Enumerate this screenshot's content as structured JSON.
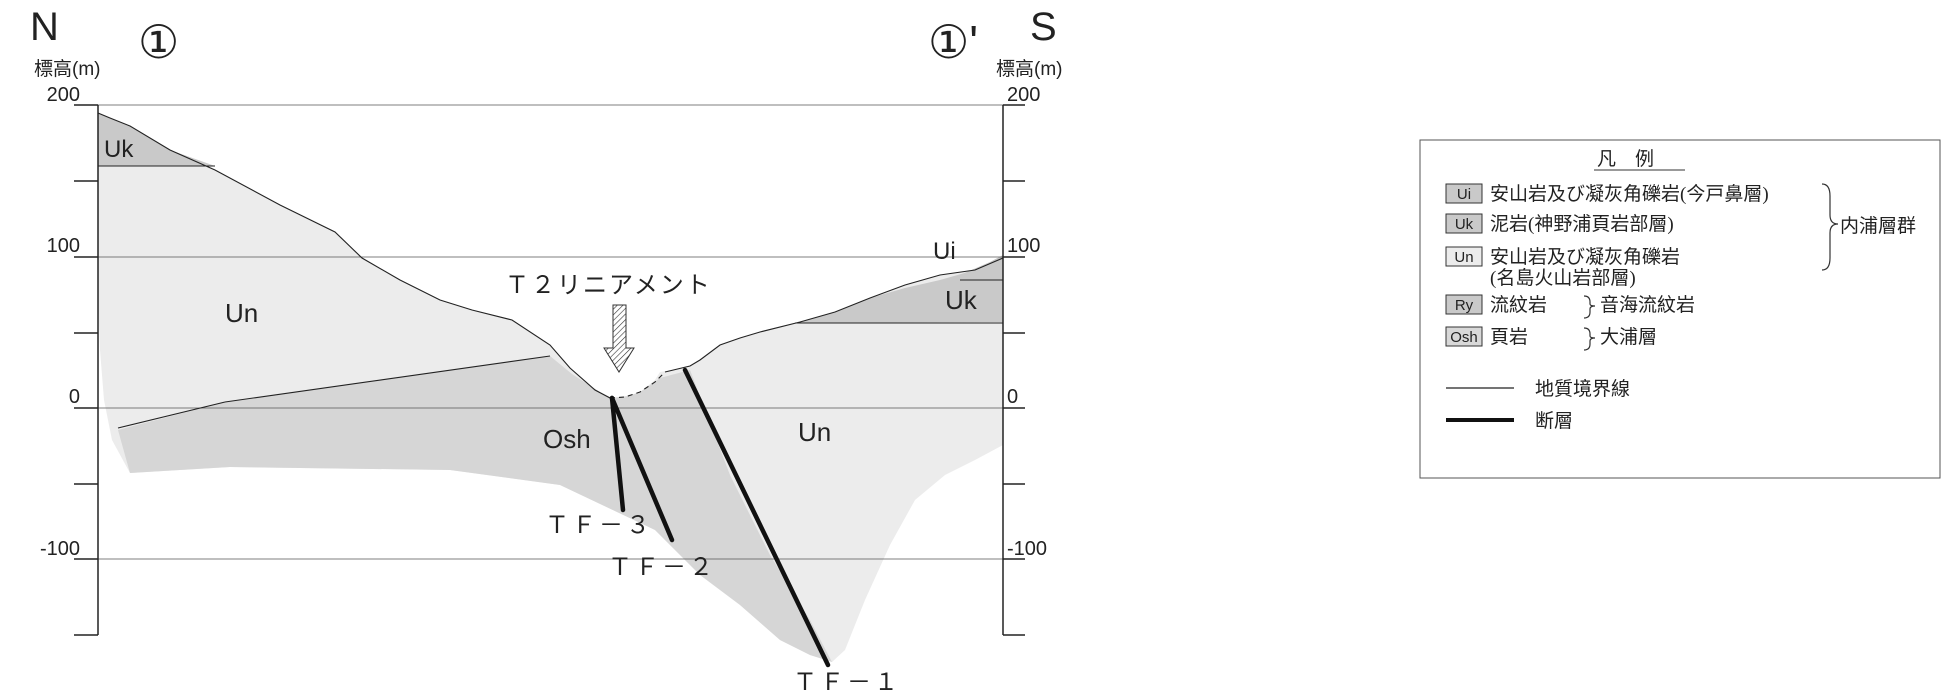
{
  "section": {
    "left_direction": "N",
    "right_direction": "S",
    "left_marker": "①",
    "right_marker": "①'",
    "elevation_label": "標高(m)",
    "left_ticks": [
      "200",
      "100",
      "0",
      "-100"
    ],
    "right_ticks": [
      "200",
      "100",
      "0",
      "-100"
    ],
    "lineament_label": "Ｔ２リニアメント",
    "unit_labels": {
      "uk_upper_left": "Uk",
      "un_left": "Un",
      "osh": "Osh",
      "un_right": "Un",
      "ui": "Ui",
      "uk_right": "Uk"
    },
    "faults": [
      "ＴＦ－１",
      "ＴＦ－２",
      "ＴＦ－３"
    ]
  },
  "legend": {
    "title": "凡　例",
    "items": [
      {
        "code": "Ui",
        "text": "安山岩及び凝灰角礫岩(今戸鼻層)",
        "color": "#c9c9c9"
      },
      {
        "code": "Uk",
        "text": "泥岩(神野浦頁岩部層)",
        "color": "#c9c9c9"
      },
      {
        "code": "Un",
        "text": "安山岩及び凝灰角礫岩",
        "text2": "(名島火山岩部層)",
        "color": "#ececec"
      },
      {
        "code": "Ry",
        "text": "流紋岩",
        "color": "#c9c9c9"
      },
      {
        "code": "Osh",
        "text": "頁岩",
        "color": "#d8d8d8"
      }
    ],
    "group_uchiura": "内浦層群",
    "group_ryu": "音海流紋岩",
    "group_ohura": "大浦層",
    "lines": [
      {
        "text": "地質境界線",
        "style": "thin"
      },
      {
        "text": "断層",
        "style": "thick"
      }
    ]
  }
}
